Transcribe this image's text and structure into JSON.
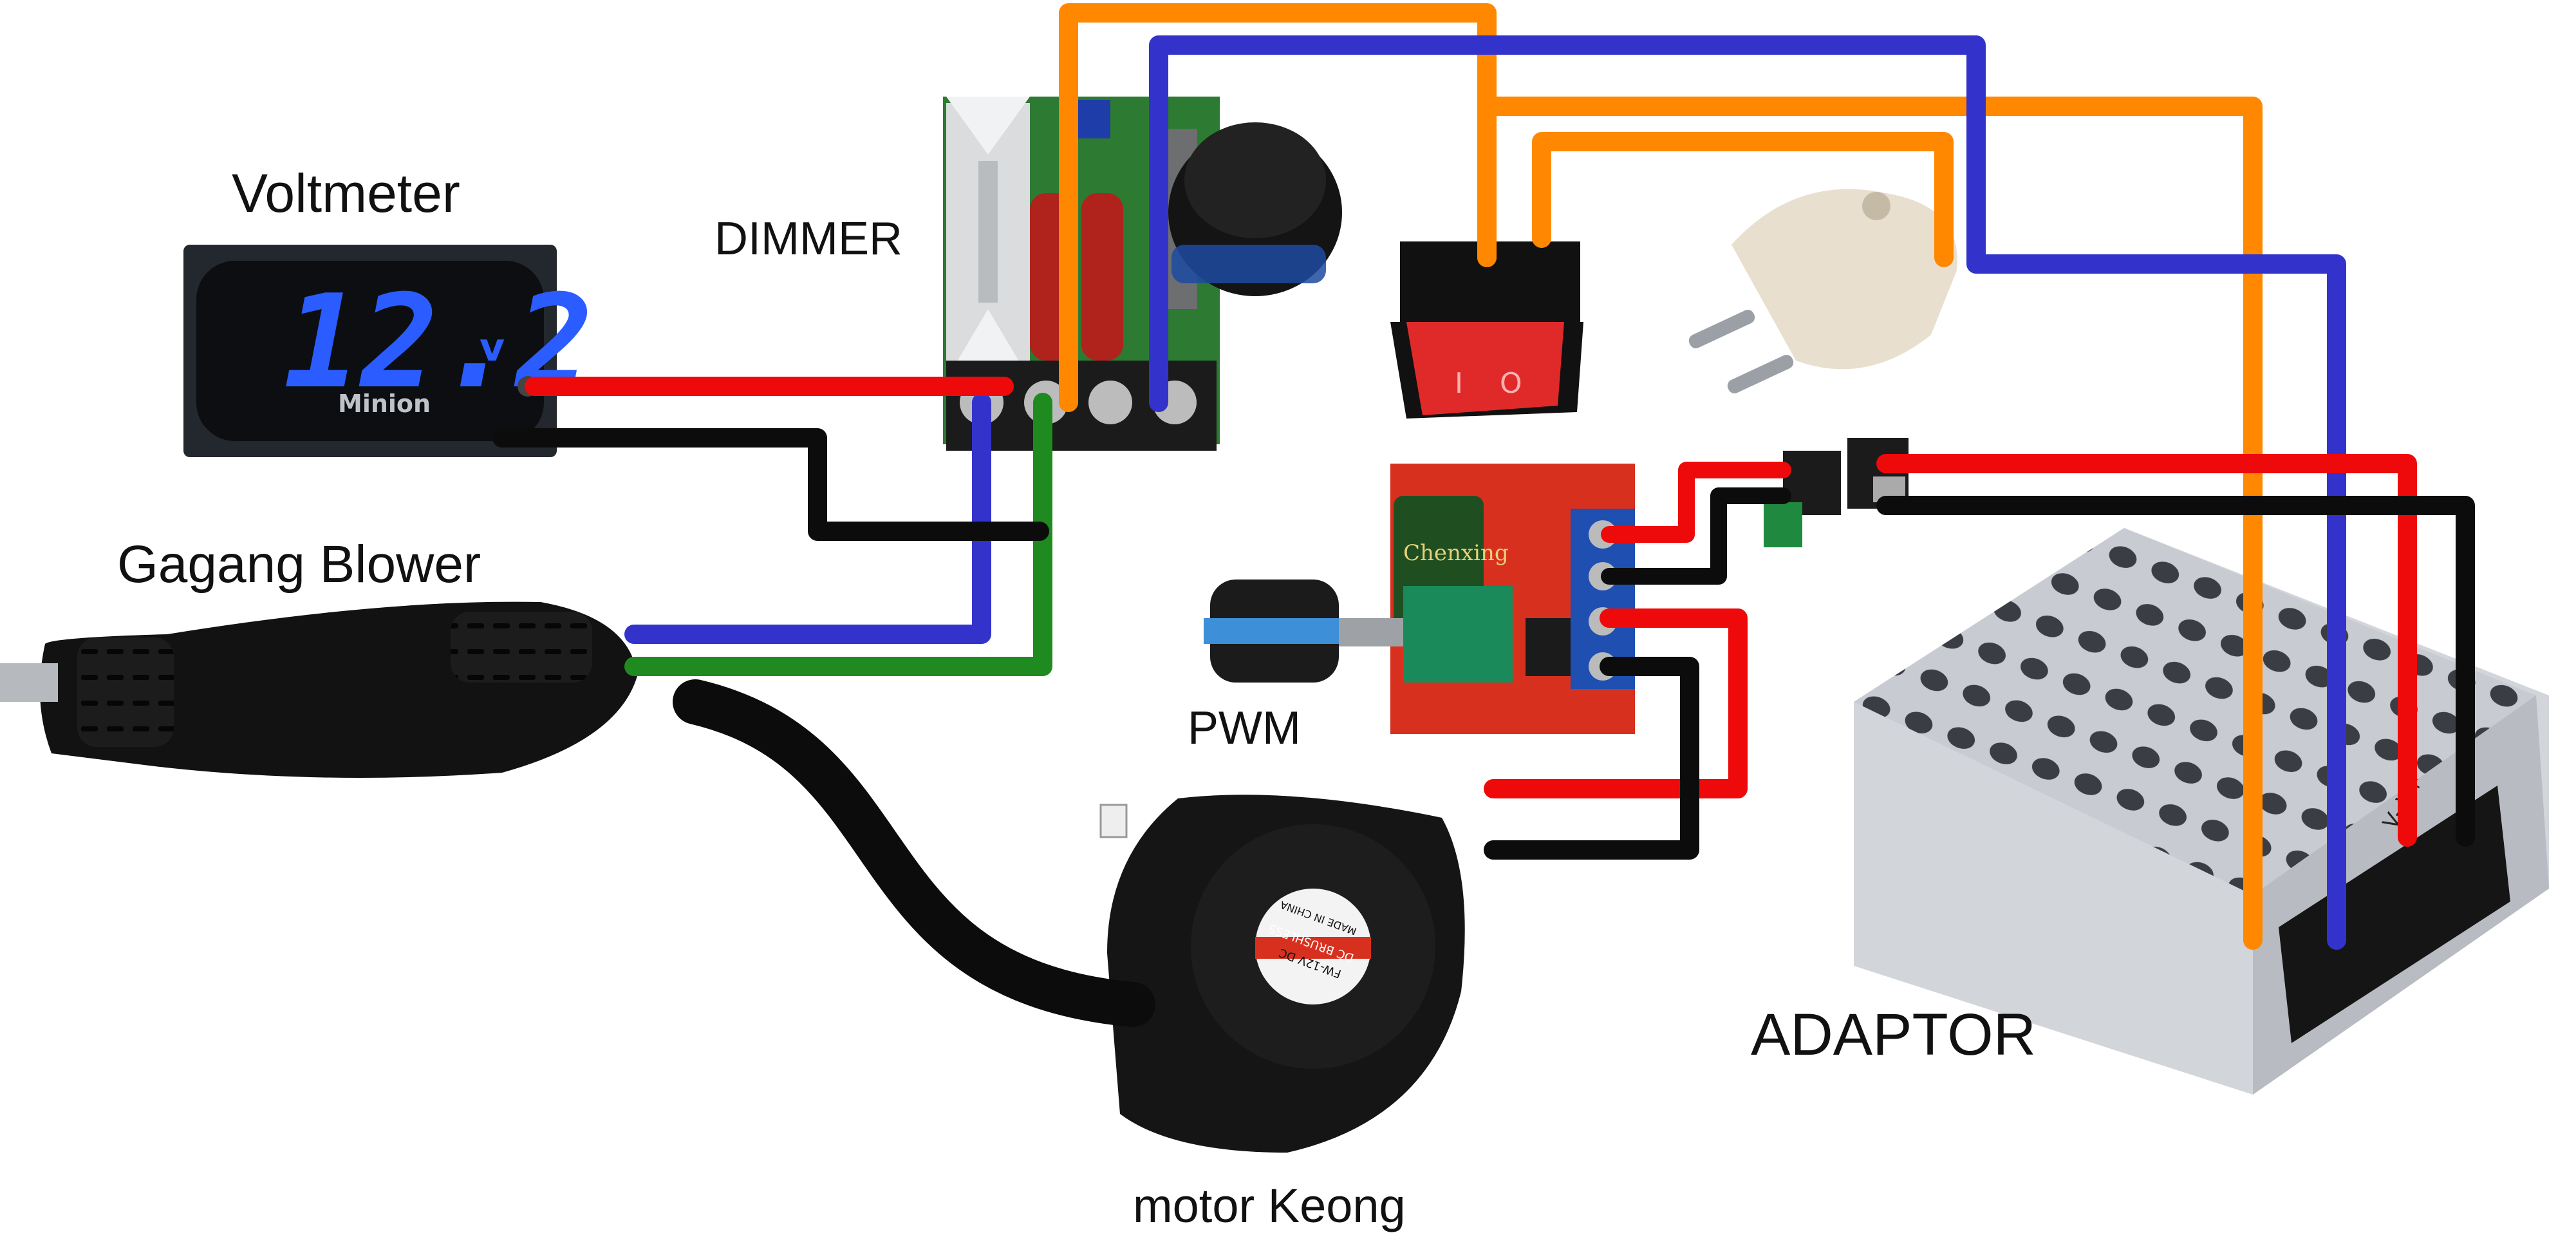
{
  "labels": {
    "voltmeter": "Voltmeter",
    "dimmer": "DIMMER",
    "handle": "Gagang Blower",
    "pwm": "PWM",
    "motor": "motor Keong",
    "adaptor": "ADAPTOR"
  },
  "voltmeter_display": {
    "reading": "12.2",
    "unit": "v",
    "brand": "Minion"
  },
  "pwm_board": {
    "capacitor_text": "Chenxing"
  },
  "switch": {
    "mark_off": "O",
    "mark_on": "I"
  },
  "motor_label": {
    "line1": "DC BRUSHLESS",
    "line2": "FW-12V DC",
    "line3": "MADE IN CHINA"
  },
  "adaptor_terminals": "V- V+",
  "wire_colors": {
    "red": "#ee0a0a",
    "black": "#0c0c0c",
    "blue": "#3333cc",
    "green": "#1f8a1f",
    "orange": "#ff8800"
  }
}
